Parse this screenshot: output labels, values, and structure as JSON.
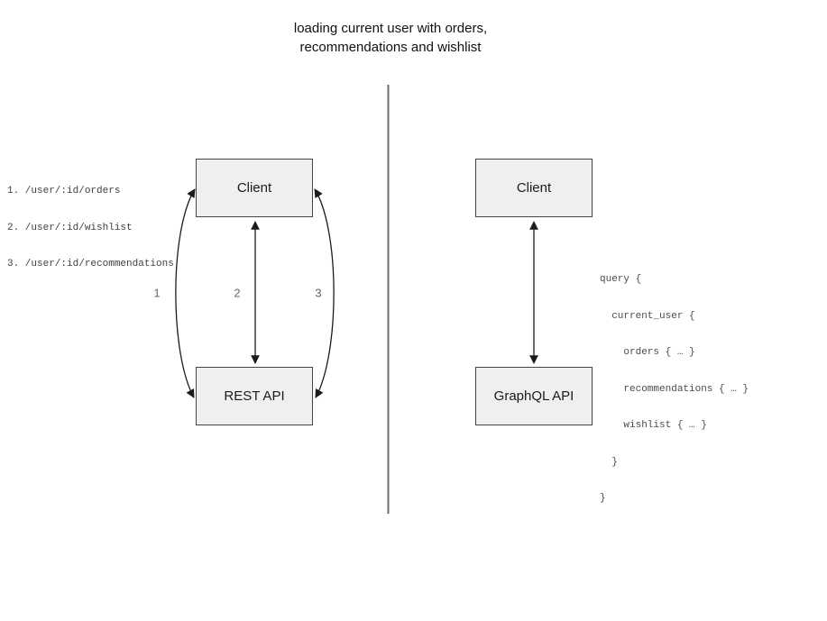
{
  "title": {
    "line1": "loading current user with orders,",
    "line2": "recommendations and wishlist"
  },
  "left_panel": {
    "endpoints": [
      "1. /user/:id/orders",
      "2. /user/:id/wishlist",
      "3. /user/:id/recommendations"
    ],
    "client_label": "Client",
    "api_label": "REST API",
    "arrow_labels": [
      "1",
      "2",
      "3"
    ]
  },
  "right_panel": {
    "client_label": "Client",
    "api_label": "GraphQL API",
    "query_lines": [
      "query {",
      "  current_user {",
      "    orders { … }",
      "    recommendations { … }",
      "    wishlist { … }",
      "  }",
      "}"
    ]
  },
  "colors": {
    "box_fill": "#efefef",
    "box_border": "#444444",
    "arrow": "#1a1a1a",
    "label_gray": "#666666",
    "divider": "#6e6e6e"
  }
}
